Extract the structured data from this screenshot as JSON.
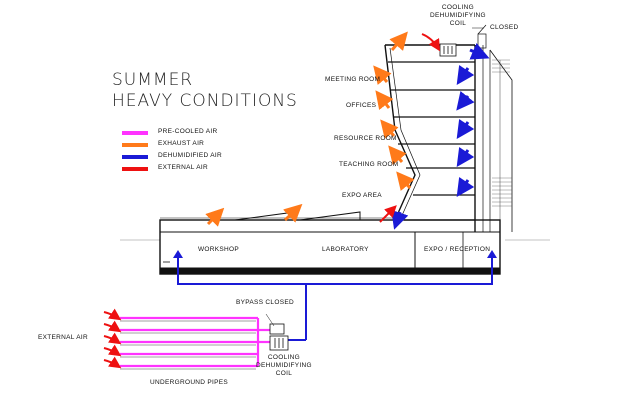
{
  "title": {
    "line1": "SUMMER",
    "line2": "HEAVY CONDITIONS"
  },
  "legend": [
    {
      "label": "PRE-COOLED AIR",
      "color": "#ff33ff"
    },
    {
      "label": "EXHAUST AIR",
      "color": "#ff7a1a"
    },
    {
      "label": "DEHUMIDIFIED AIR",
      "color": "#1a1ad6"
    },
    {
      "label": "EXTERNAL AIR",
      "color": "#ee1111"
    }
  ],
  "rooms": {
    "meeting": "MEETING ROOM",
    "offices": "OFFICES",
    "resource": "RESOURCE ROOM",
    "teaching": "TEACHING ROOM",
    "expo_area": "EXPO AREA",
    "workshop": "WORKSHOP",
    "laboratory": "LABORATORY",
    "expo_reception": "EXPO / RECEPTION"
  },
  "labels": {
    "top_coil": "COOLING\nDEHUMIDIFYING\nCOIL",
    "closed": "CLOSED",
    "bypass": "BYPASS CLOSED",
    "bottom_coil": "COOLING\nDEHUMIDIFYING\nCOIL",
    "external_air": "EXTERNAL AIR",
    "underground": "UNDERGROUND PIPES"
  },
  "colors": {
    "precooled": "#ff33ff",
    "exhaust": "#ff7a1a",
    "dehumidified": "#1a1ad6",
    "external": "#ee1111",
    "structure": "#111111"
  }
}
